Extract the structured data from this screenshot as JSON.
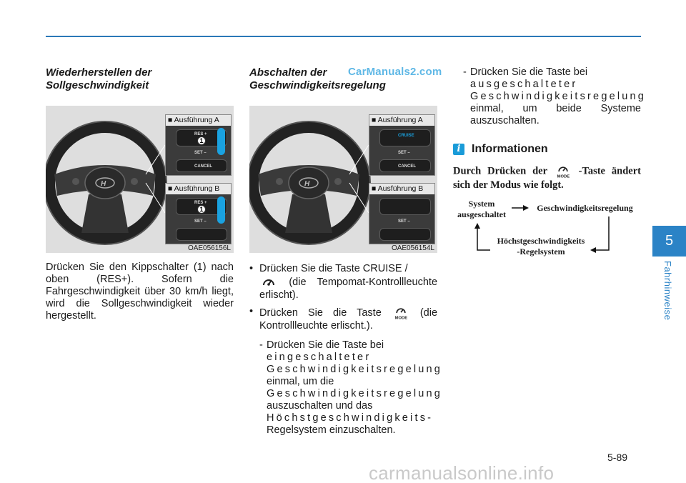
{
  "page": {
    "page_number": "5-89",
    "section_tab": "5",
    "section_name": "Fahrhinweise",
    "watermark_top": "CarManuals2.com",
    "watermark_footer": "carmanualsonline.info"
  },
  "col1": {
    "heading_line1": "Wiederherstellen der",
    "heading_line2": "Sollgeschwindigkeit",
    "figure": {
      "label_a": "■ Ausführung A",
      "label_b": "■ Ausführung B",
      "res": "RES +",
      "set": "SET –",
      "cancel": "CANCEL",
      "callout": "1",
      "code": "OAE056156L"
    },
    "body": "Drücken Sie den Kippschalter (1) nach oben (RES+). Sofern die Fahrgeschwindigkeit über 30 km/h liegt, wird die Sollgeschwindigkeit wieder hergestellt."
  },
  "col2": {
    "heading_line1": "Abschalten der",
    "heading_line2": "Geschwindigkeitsregelung",
    "figure": {
      "label_a": "■ Ausführung A",
      "label_b": "■ Ausführung B",
      "cruise": "CRUISE",
      "set": "SET –",
      "cancel": "CANCEL",
      "code": "OAE056154L"
    },
    "bullet1_pre": "Drücken Sie die Taste CRUISE /",
    "bullet1_post": "(die Tempomat-Kontrollleuchte erlischt).",
    "bullet2_pre": "Drücken Sie die Taste",
    "bullet2_post": "(die Kontrollleuchte erlischt.).",
    "dash1_a": "Drücken Sie die Taste bei",
    "dash1_b": "eingeschalteter Geschwindigkeitsregelung",
    "dash1_c": "einmal, um die",
    "dash1_d": "Geschwindigkeitsregelung",
    "dash1_e": "auszuschalten und das",
    "dash1_f": "Höchstgeschwindigkeits-",
    "dash1_g": "Regelsystem einzuschalten."
  },
  "col3": {
    "dash_a": "Drücken Sie die Taste bei",
    "dash_b": "ausgeschalteter",
    "dash_c": "Geschwindigkeitsregelung",
    "dash_d": "einmal, um beide Systeme auszuschalten.",
    "info_title": "Informationen",
    "info_pre": "Durch Drücken der",
    "info_post": "-Taste ändert sich der Modus wie folgt.",
    "flow": {
      "node1_line1": "System",
      "node1_line2": "ausgeschaltet",
      "node2": "Geschwindigkeitsregelung",
      "node3_line1": "Höchstgeschwindigkeits",
      "node3_line2": "-Regelsystem"
    }
  },
  "icons": {
    "mode_button": "mode-button-icon",
    "cruise_lamp": "cruise-indicator-icon",
    "info": "info-icon"
  },
  "colors": {
    "accent_blue": "#2b83c6",
    "rule_blue": "#2b78b8",
    "highlight_arrow": "#1aa2e0"
  }
}
